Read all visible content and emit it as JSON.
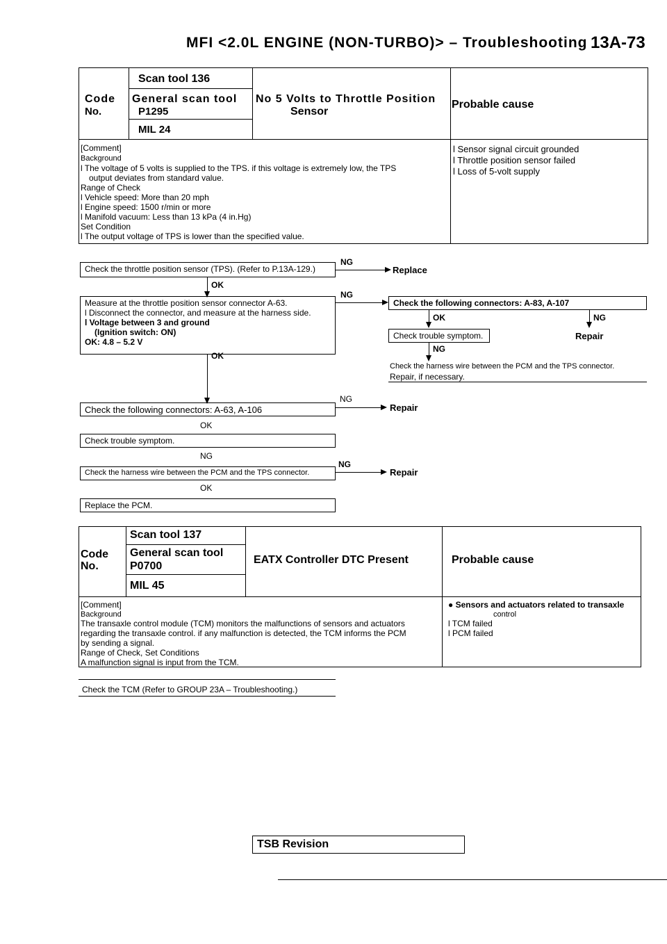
{
  "header": {
    "title": "MFI <2.0L ENGINE (NON-TURBO)> – Troubleshooting",
    "page": "13A-73"
  },
  "dtc1": {
    "scan_tool": "Scan tool 136",
    "code_label": "Code",
    "no_label": "No.",
    "general_scan_tool": "General scan tool",
    "general_code": "P1295",
    "mil": "MIL 24",
    "title_line1": "No 5 Volts to Throttle Position",
    "title_line2": "Sensor",
    "probable_cause_label": "Probable cause",
    "comment_label": "[Comment]",
    "background_label": "Background",
    "background_text1": "The voltage of 5 volts is supplied to the TPS. if this voltage is extremely low, the TPS",
    "background_text2": "output deviates from standard value.",
    "range_label": "Range of Check",
    "range_items": [
      "Vehicle speed: More than 20 mph",
      "Engine speed: 1500 r/min or more",
      "Manifold vacuum: Less than 13 kPa (4 in.Hg)"
    ],
    "set_label": "Set Condition",
    "set_items": [
      "The output voltage of TPS is lower than the specified value."
    ],
    "causes": [
      "Sensor signal circuit grounded",
      "Throttle position sensor failed",
      "Loss of 5-volt supply"
    ]
  },
  "flow1": {
    "step1": "Check the throttle position sensor (TPS). (Refer to P.13A-129.)",
    "ng1": "NG",
    "replace": "Replace",
    "ok1": "OK",
    "step2_line1": "Measure at the throttle position sensor connector A-63.",
    "step2_line2": "Disconnect the connector, and measure at the harness side.",
    "step2_line3": "Voltage between 3 and ground",
    "step2_line4": "(Ignition switch: ON)",
    "step2_line5": "OK: 4.8 – 5.2 V",
    "ng2": "NG",
    "connectors_right": "Check the following connectors: A-83, A-107",
    "ok_r": "OK",
    "ng_r": "NG",
    "trouble_right": "Check trouble symptom.",
    "repair_right": "Repair",
    "ng_r2": "NG",
    "harness_right_line1": "Check the harness wire between the PCM and the TPS connector.",
    "harness_right_line2": "Repair, if necessary.",
    "ok2": "OK",
    "ng3": "NG",
    "connectors_left": "Check the following connectors: A-63, A-106",
    "repair1": "Repair",
    "ok3": "OK",
    "trouble_left": "Check trouble symptom.",
    "ng4": "NG",
    "ng5": "NG",
    "harness_left": "Check the harness wire between the PCM and the TPS connector.",
    "repair2": "Repair",
    "ok4": "OK",
    "replace_pcm": "Replace the PCM."
  },
  "dtc2": {
    "scan_tool": "Scan tool 137",
    "code_label": "Code",
    "no_label": "No.",
    "general_scan_tool": "General scan tool",
    "general_code": "P0700",
    "mil": "MIL 45",
    "title": "EATX Controller DTC Present",
    "probable_cause_label": "Probable cause",
    "comment_label": "[Comment]",
    "background_label": "Background",
    "background_text1": "The transaxle control module (TCM) monitors the malfunctions of sensors and actuators",
    "background_text2": "regarding the transaxle control. if any malfunction is detected, the TCM informs the PCM",
    "background_text3": "by sending a signal.",
    "range_label": "Range of Check, Set Conditions",
    "range_text": "A malfunction signal is input from the TCM.",
    "causes": [
      "Sensors and actuators related to transaxle",
      "control",
      "TCM failed",
      "PCM failed"
    ]
  },
  "flow2": {
    "step1": "Check the TCM (Refer to GROUP 23A – Troubleshooting.)"
  },
  "footer": {
    "tsb": "TSB Revision"
  }
}
